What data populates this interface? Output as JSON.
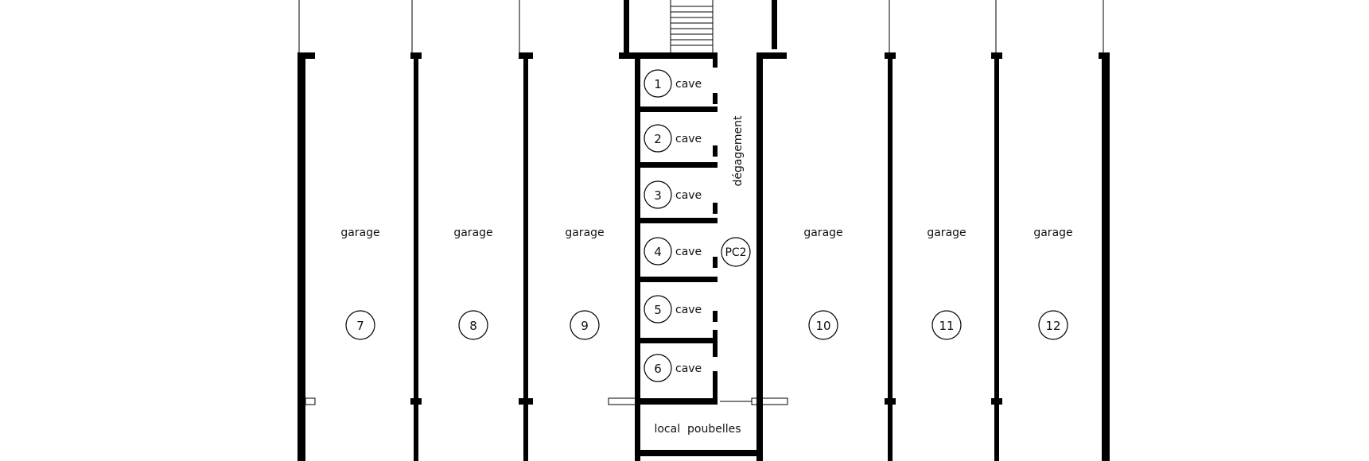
{
  "garages": [
    {
      "label": "garage",
      "number": "7"
    },
    {
      "label": "garage",
      "number": "8"
    },
    {
      "label": "garage",
      "number": "9"
    },
    {
      "label": "garage",
      "number": "10"
    },
    {
      "label": "garage",
      "number": "11"
    },
    {
      "label": "garage",
      "number": "12"
    }
  ],
  "caves": [
    {
      "label": "cave",
      "number": "1"
    },
    {
      "label": "cave",
      "number": "2"
    },
    {
      "label": "cave",
      "number": "3"
    },
    {
      "label": "cave",
      "number": "4"
    },
    {
      "label": "cave",
      "number": "5"
    },
    {
      "label": "cave",
      "number": "6"
    }
  ],
  "corridor": {
    "label": "dégagement",
    "tag": "PC2"
  },
  "trash_room": {
    "label": "local  poubelles"
  }
}
